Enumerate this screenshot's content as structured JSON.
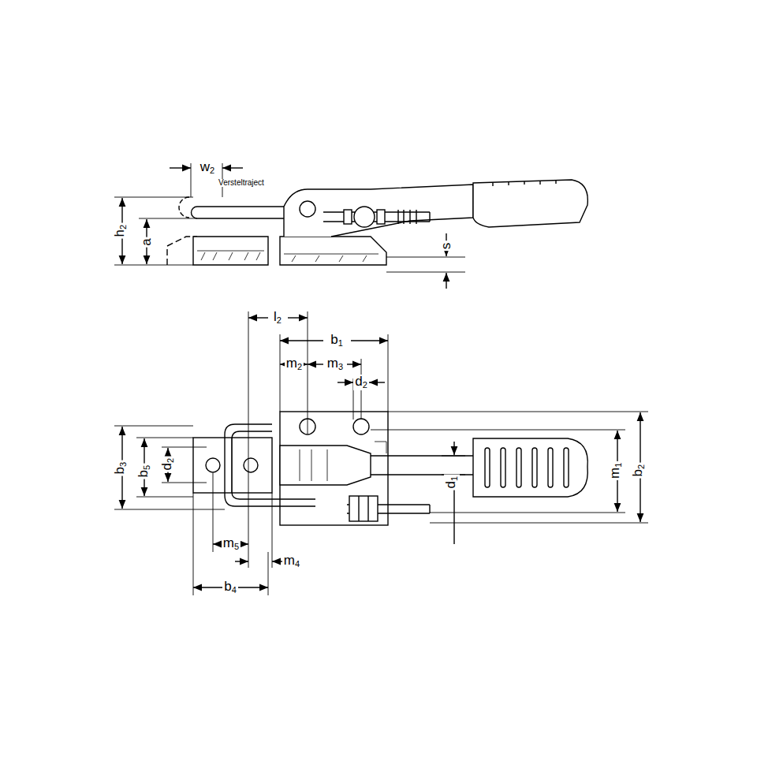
{
  "diagram": {
    "labels": [
      "w2",
      "Versteltraject",
      "h2",
      "a",
      "s",
      "l2",
      "b1",
      "m2",
      "m3",
      "d2",
      "b3",
      "b5",
      "d2",
      "m1",
      "b2",
      "d1",
      "m5",
      "m4",
      "b4"
    ]
  }
}
